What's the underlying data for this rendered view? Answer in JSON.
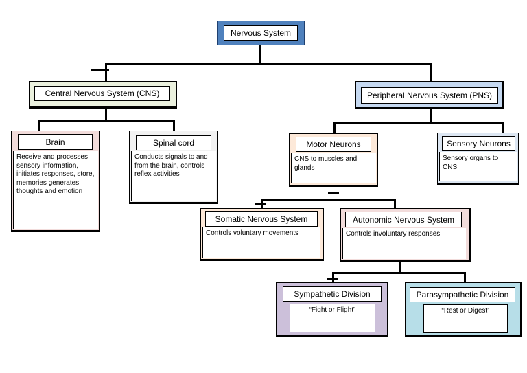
{
  "root": {
    "title": "Nervous System"
  },
  "cns": {
    "title": "Central Nervous System (CNS)",
    "brain": {
      "title": "Brain",
      "desc": "Receive and processes sensory information, initiates responses, store, memories generates thoughts and emotion"
    },
    "spinal": {
      "title": "Spinal cord",
      "desc": "Conducts signals to and from the brain, controls reflex activities"
    }
  },
  "pns": {
    "title": "Peripheral Nervous System (PNS)",
    "motor": {
      "title": "Motor Neurons",
      "desc": "CNS to muscles and glands"
    },
    "sensory": {
      "title": "Sensory Neurons",
      "desc": "Sensory organs to CNS"
    }
  },
  "somatic": {
    "title": "Somatic Nervous System",
    "desc": "Controls voluntary movements"
  },
  "autonomic": {
    "title": "Autonomic Nervous System",
    "desc": "Controls involuntary responses"
  },
  "sympathetic": {
    "title": "Sympathetic Division",
    "desc": "“Fight or Flight”"
  },
  "parasympathetic": {
    "title": "Parasympathetic Division",
    "desc": "“Rest or Digest”"
  },
  "colors": {
    "root_frame": "#4f81bd",
    "cns_frame": "#ebf1de",
    "pns_frame": "#c6d9f1",
    "brain_frame": "#f2dcdb",
    "spinal_frame": "#f2f2f2",
    "motor_frame": "#fde9d9",
    "sensory_frame": "#dce6f2",
    "somatic_frame": "#fde9d9",
    "autonomic_frame": "#f2dcdb",
    "sympathetic_frame": "#ccc0da",
    "parasympathetic_frame": "#b7dee8"
  }
}
